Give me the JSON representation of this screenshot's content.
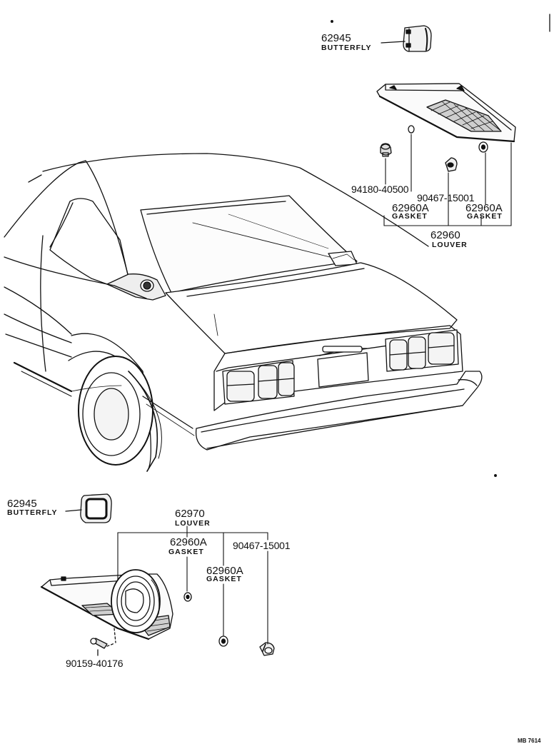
{
  "colors": {
    "ink": "#111111",
    "paper": "#ffffff",
    "shade": "#555555"
  },
  "labels": {
    "butterfly_top_num": "62945",
    "butterfly_top_name": "BUTTERFLY",
    "clip_num": "94180-40500",
    "screw_top_num": "90467-15001",
    "gasket_left_num": "62960A",
    "gasket_left_name": "GASKET",
    "gasket_right_num": "62960A",
    "gasket_right_name": "GASKET",
    "louver_top_num": "62960",
    "louver_top_name": "LOUVER",
    "butterfly_bottom_num": "62945",
    "butterfly_bottom_name": "BUTTERFLY",
    "louver_bottom_num": "62970",
    "louver_bottom_name": "LOUVER",
    "gasket_b1_num": "62960A",
    "gasket_b1_name": "GASKET",
    "screw_bottom_num": "90467-15001",
    "gasket_b2_num": "62960A",
    "gasket_b2_name": "GASKET",
    "bolt_num": "90159-40176",
    "drawing_code": "MB 7614"
  }
}
